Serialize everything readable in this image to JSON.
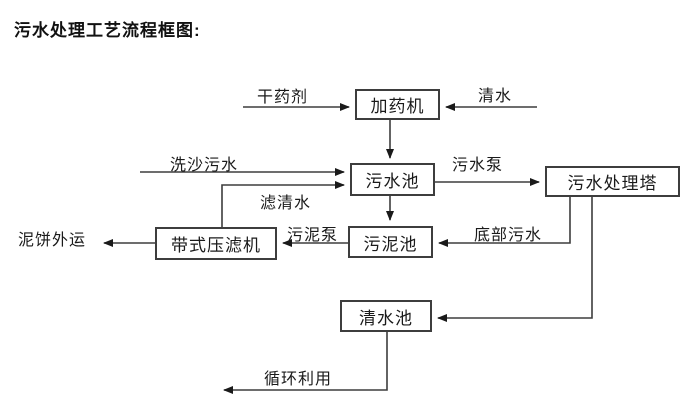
{
  "title": "污水处理工艺流程框图:",
  "nodes": {
    "dosing_machine": "加药机",
    "sewage_pool": "污水池",
    "treatment_tower": "污水处理塔",
    "sludge_pool": "污泥池",
    "belt_filter_press": "带式压滤机",
    "clean_water_pool": "清水池"
  },
  "labels": {
    "dry_chemical": "干药剂",
    "clean_water": "清水",
    "sand_washing_sewage": "洗沙污水",
    "filtered_water": "滤清水",
    "sewage_pump": "污水泵",
    "bottom_sewage": "底部污水",
    "sludge_pump": "污泥泵",
    "mud_cake_out": "泥饼外运",
    "recycle_use": "循环利用"
  },
  "colors": {
    "line": "#3d3d3d",
    "arrow": "#1a1a1a",
    "text": "#1a1a1a",
    "background": "#ffffff"
  }
}
